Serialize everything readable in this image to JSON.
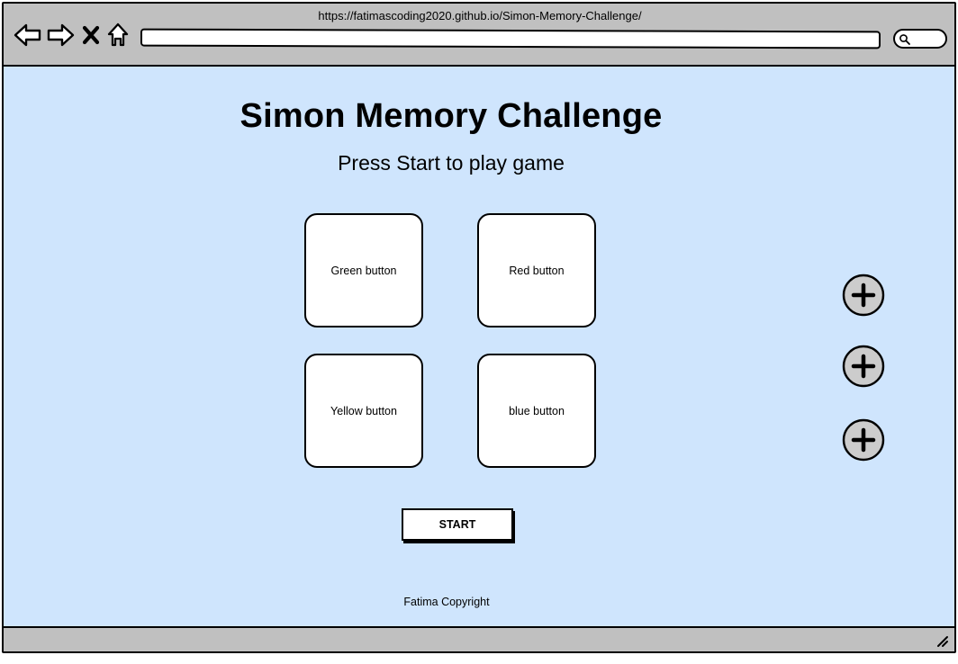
{
  "browser": {
    "url": "https://fatimascoding2020.github.io/Simon-Memory-Challenge/",
    "icons": {
      "back": "back-arrow-icon",
      "forward": "forward-arrow-icon",
      "stop": "close-icon",
      "home": "home-icon",
      "search": "search-icon"
    }
  },
  "page": {
    "title": "Simon Memory Challenge",
    "subtitle": "Press Start to play game",
    "buttons": {
      "green": "Green button",
      "red": "Red button",
      "yellow": "Yellow button",
      "blue": "blue button"
    },
    "start_label": "START",
    "side_controls": [
      "plus-icon",
      "plus-icon",
      "plus-icon"
    ],
    "footer": "Fatima Copyright"
  },
  "colors": {
    "page_background": "#cfe5fd",
    "chrome": "#c0c0c0",
    "plus_fill": "#cccccc"
  }
}
